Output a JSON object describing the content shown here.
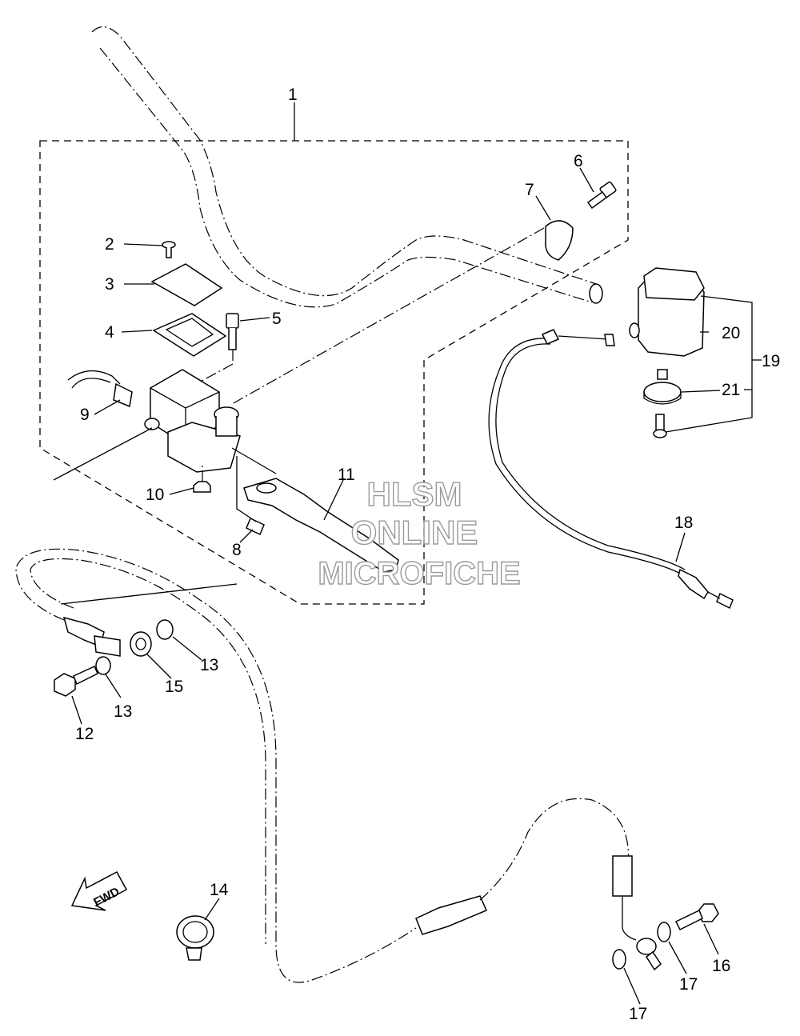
{
  "callouts": {
    "c1": "1",
    "c2": "2",
    "c3": "3",
    "c4": "4",
    "c5": "5",
    "c6": "6",
    "c7": "7",
    "c8": "8",
    "c9": "9",
    "c10": "10",
    "c11": "11",
    "c12": "12",
    "c13a": "13",
    "c13b": "13",
    "c14": "14",
    "c15": "15",
    "c16": "16",
    "c17a": "17",
    "c17b": "17",
    "c18": "18",
    "c19": "19",
    "c20": "20",
    "c21": "21"
  },
  "watermark": {
    "line1": "HLSM",
    "line2": "ONLINE",
    "line3": "MICROFICHE"
  },
  "fwd_arrow": {
    "text": "FWD"
  }
}
